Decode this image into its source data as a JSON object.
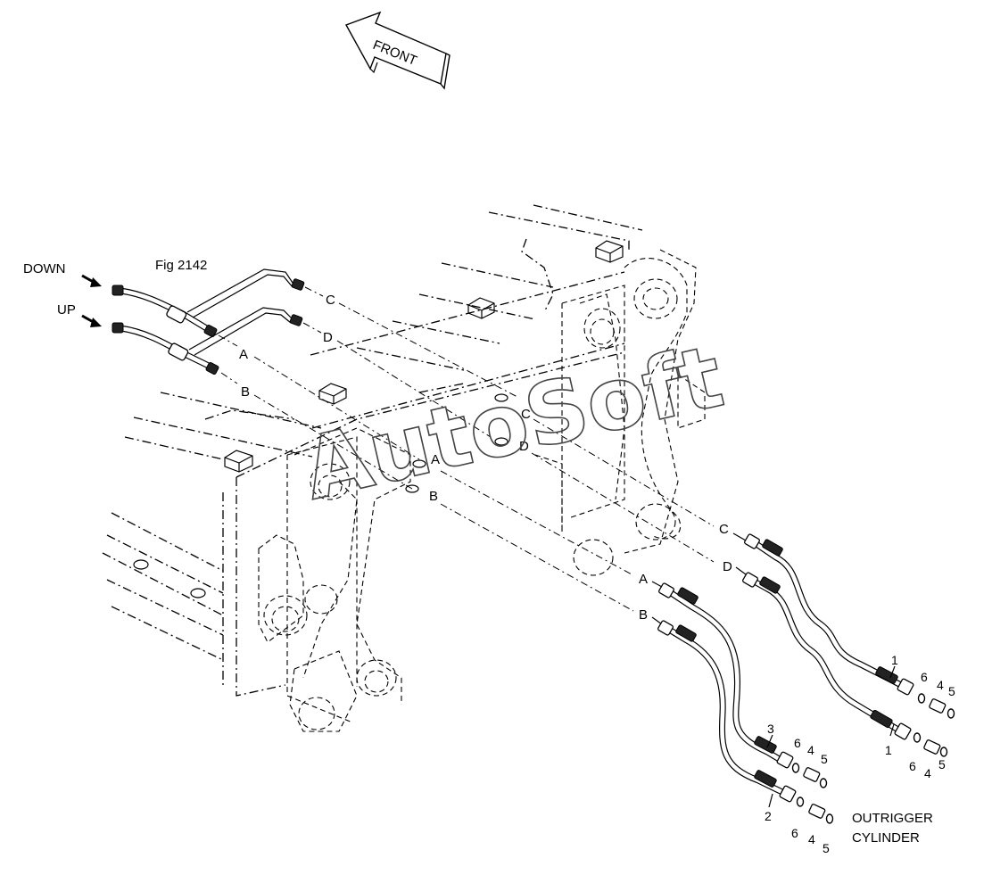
{
  "front_arrow": {
    "label": "FRONT"
  },
  "flow": {
    "down": "DOWN",
    "up": "UP"
  },
  "figure_ref": "Fig 2142",
  "connections": {
    "left": {
      "c": "C",
      "d": "D",
      "a": "A",
      "b": "B"
    },
    "frame": {
      "c": "C",
      "d": "D",
      "a": "A",
      "b": "B"
    },
    "right": {
      "c": "C",
      "d": "D",
      "a": "A",
      "b": "B"
    }
  },
  "callouts": {
    "hose_c_1": "1",
    "hose_d_1": "1",
    "hose_a_3": "3",
    "hose_b_2": "2",
    "c_6": "6",
    "c_4": "4",
    "c_5": "5",
    "d_6": "6",
    "d_4": "4",
    "d_5": "5",
    "a_6": "6",
    "a_4": "4",
    "a_5": "5",
    "b_6": "6",
    "b_4": "4",
    "b_5": "5"
  },
  "destination": {
    "line1": "OUTRIGGER",
    "line2": "CYLINDER"
  },
  "watermark": "AutoSoft"
}
